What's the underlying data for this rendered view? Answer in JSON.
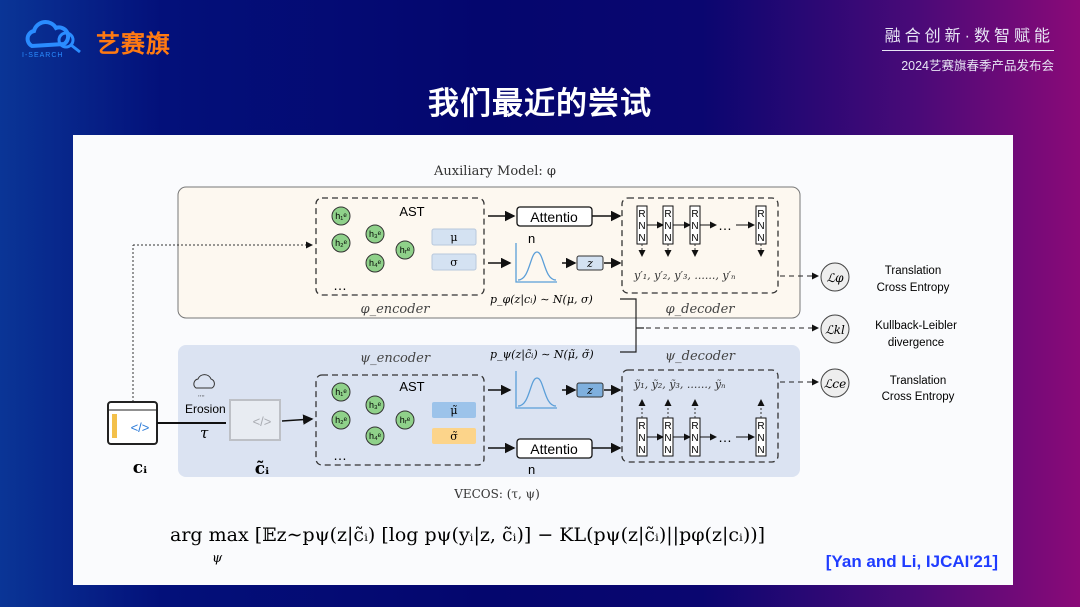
{
  "header": {
    "brand": "艺赛旗",
    "brand_sub": "I-SEARCH",
    "slogan": "融合创新·数智赋能",
    "event": "2024艺赛旗春季产品发布会"
  },
  "slide": {
    "title": "我们最近的尝试",
    "citation": "[Yan and Li, IJCAI'21]"
  },
  "diagram": {
    "aux_title": "Auxiliary Model: φ",
    "vecos_title": "VECOS: (τ, ψ)",
    "ast": "AST",
    "attention": "Attentio",
    "attention_n": "n",
    "mu": "μ",
    "sigma": "σ",
    "mu_tilde": "μ̃",
    "sigma_tilde": "σ̃",
    "z": "z",
    "rnn": "R N N",
    "dots": "…",
    "nodes": [
      "h₁ᵉ",
      "h₂ᵉ",
      "h₃ᵉ",
      "h₄ᵉ",
      "hᵣᵉ"
    ],
    "y_prime": "y′₁, y′₂, y′₃, ......, y′ₙ",
    "y_tilde": "ỹ₁, ỹ₂, ỹ₃, ......, ỹₙ",
    "phi_encoder": "φ_encoder",
    "phi_decoder": "φ_decoder",
    "psi_encoder": "ψ_encoder",
    "psi_decoder": "ψ_decoder",
    "p_phi": "p_φ(z|cᵢ) ∼ N(μ, σ)",
    "p_psi": "p_ψ(z|c̃ᵢ) ∼ N(μ̃, σ̃)",
    "erosion": "Erosion",
    "tau": "τ",
    "ci": "cᵢ",
    "ci_tilde": "c̃ᵢ",
    "losses": [
      {
        "symbol": "ℒφ",
        "label1": "Translation",
        "label2": "Cross Entropy"
      },
      {
        "symbol": "ℒkl",
        "label1": "Kullback-Leibler",
        "label2": "divergence"
      },
      {
        "symbol": "ℒce",
        "label1": "Translation",
        "label2": "Cross Entropy"
      }
    ],
    "objective": "arg max [𝔼z∼pψ(z|c̃ᵢ) [log pψ(yᵢ|z, c̃ᵢ)] − KL(pψ(z|c̃ᵢ)||pφ(z|cᵢ))]",
    "objective_sub": "ψ"
  },
  "colors": {
    "brand": "#ff7a12",
    "citation": "#1f3cff",
    "node": "#8fd18a",
    "aux_bg": "#fdf8f0",
    "vecos_bg": "#dbe3f2"
  }
}
